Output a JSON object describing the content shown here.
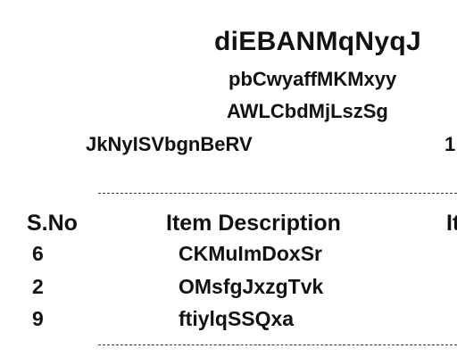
{
  "header": {
    "title": "diEBANMqNyqJ",
    "line1": "pbCwyaffMKMxyy",
    "line2": "AWLCbdMjLszSg",
    "line3_left": "JkNyISVbgnBeRV",
    "line3_right": "1"
  },
  "table": {
    "columns": [
      "S.No",
      "Item Description",
      "It"
    ],
    "rows": [
      {
        "sno": "6",
        "desc": "CKMuImDoxSr"
      },
      {
        "sno": "2",
        "desc": "OMsfgJxzgTvk"
      },
      {
        "sno": "9",
        "desc": "ftiylqSSQxa"
      }
    ]
  }
}
